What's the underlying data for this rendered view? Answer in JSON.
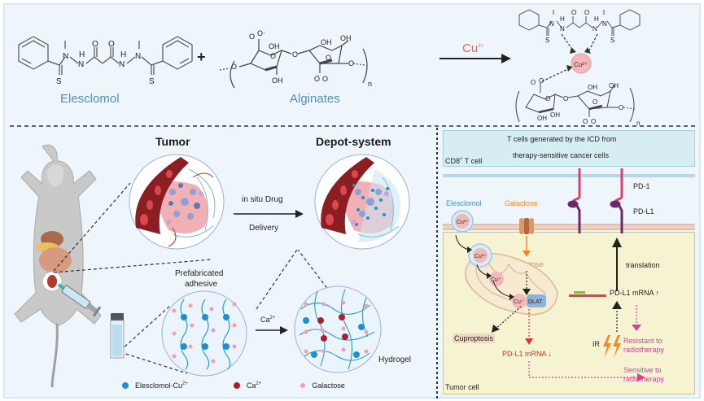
{
  "reaction": {
    "reactant1_name": "Elesclomol",
    "plus_sign": "+",
    "reactant2_name": "Alginates",
    "reagent_label": "Cu",
    "reagent_charge": "2+",
    "product_center_ion": "Cu",
    "product_center_charge": "2+",
    "repeat_subscript": "n",
    "atoms": {
      "N": "N",
      "H": "H",
      "O": "O",
      "S": "S",
      "OH": "OH"
    }
  },
  "left_panel": {
    "tumor_title": "Tumor",
    "depot_title": "Depot-system",
    "delivery_arrow_line1": "in situ Drug",
    "delivery_arrow_line2": "Delivery",
    "prefabricated_line1": "Prefabricated",
    "prefabricated_line2": "adhesive",
    "gel_arrow_label": "Ca",
    "gel_arrow_charge": "2+",
    "hydrogel_label": "Hydrogel",
    "legend": [
      {
        "label": "Elesclomol-Cu",
        "charge": "2+",
        "color": "#1e8fcf"
      },
      {
        "label": "Ca",
        "charge": "2+",
        "color": "#a3232b"
      },
      {
        "label": "Galactose",
        "charge": "",
        "color": "#f0a0b4"
      }
    ]
  },
  "right_panel": {
    "header_line1": "T cells generated by the ICD from",
    "header_line2": "therapy-sensitive cancer cells",
    "cd8_label": "CD8",
    "cd8_sup": "+",
    "cd8_suffix": " T cell",
    "pd1_label": "PD-1",
    "pdl1_label": "PD-L1",
    "elesclomol_label": "Elesclomol",
    "galactose_top_label": "Galactose",
    "galactose_inner_label": "Galactose",
    "cu2_label": "Cu",
    "cu2_charge": "2+",
    "cu1_label": "Cu",
    "cu1_charge": "+",
    "dlat_label": "DLAT",
    "cuproptosis_label": "Cuproptosis",
    "pdl1_mrna_down": "PD-L1 mRNA",
    "pdl1_mrna_up": "PD-L1 mRNA",
    "translation_label": "translation",
    "ir_label": "IR",
    "resistant_line1": "Resistant to",
    "resistant_line2": "radiotherapy",
    "sensitive_line1": "Sensitive to",
    "sensitive_line2": "radiotherapy",
    "tumor_cell_label": "Tumor cell"
  },
  "colors": {
    "blue_text": "#4a90c8",
    "red_text": "#e0676b",
    "orange": "#f08a24",
    "magenta": "#d0459a",
    "dark_red": "#c33b35",
    "purple": "#6b2a6b",
    "pink_receptor": "#d5436b"
  }
}
